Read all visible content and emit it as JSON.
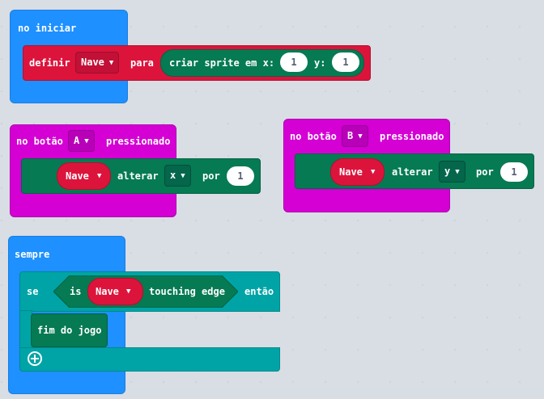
{
  "block_on_start": {
    "hat_label": "no iniciar",
    "set_label": "definir",
    "variable": "Nave",
    "to_label": "para",
    "create_label": "criar sprite em x:",
    "x_value": "1",
    "y_label": "y:",
    "y_value": "1"
  },
  "block_button_a": {
    "prefix": "no botão",
    "button": "A",
    "suffix": "pressionado",
    "sprite": "Nave",
    "change_label": "alterar",
    "axis": "x",
    "by_label": "por",
    "amount": "1"
  },
  "block_button_b": {
    "prefix": "no botão",
    "button": "B",
    "suffix": "pressionado",
    "sprite": "Nave",
    "change_label": "alterar",
    "axis": "y",
    "by_label": "por",
    "amount": "1"
  },
  "block_forever": {
    "hat_label": "sempre",
    "if_label": "se",
    "is_label": "is",
    "sprite": "Nave",
    "touching_label": "touching edge",
    "then_label": "então",
    "game_over_label": "fim do jogo",
    "add_icon": "plus-circle-icon"
  },
  "colors": {
    "basic": "#1e90ff",
    "sprite": "#dc143c",
    "game": "#057a53",
    "input": "#d400d4",
    "logic": "#00a4a6"
  }
}
